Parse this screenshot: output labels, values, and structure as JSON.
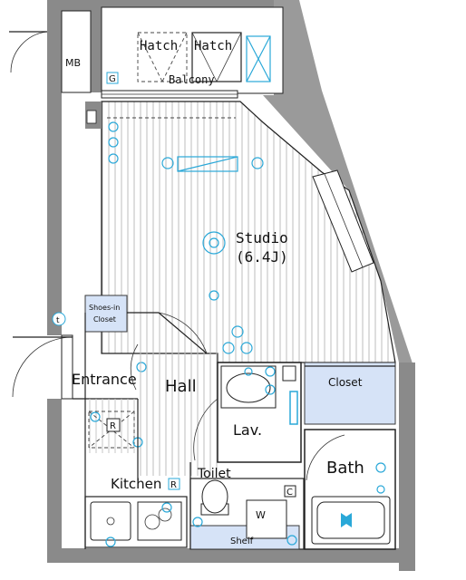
{
  "rooms": {
    "studio_name": "Studio",
    "studio_size": "(6.4J)",
    "hall": "Hall",
    "entrance": "Entrance",
    "kitchen": "Kitchen",
    "lav": "Lav.",
    "toilet": "Toilet",
    "bath": "Bath",
    "closet": "Closet",
    "shoes_in_line1": "Shoes-in",
    "shoes_in_line2": "Closet",
    "balcony": "Balcony",
    "hatch_left": "Hatch",
    "hatch_right": "Hatch",
    "mb": "MB",
    "shelf": "Shelf"
  },
  "markers": {
    "gas_meter": "G",
    "refrigerator": "R",
    "washer": "W",
    "range_hood": "R",
    "cabinet": "C",
    "telephone": "t"
  },
  "colors": {
    "wall": "#8a8a8a",
    "closet_fill": "#d6e3f7",
    "fixture_blue": "#2aa8d8"
  }
}
